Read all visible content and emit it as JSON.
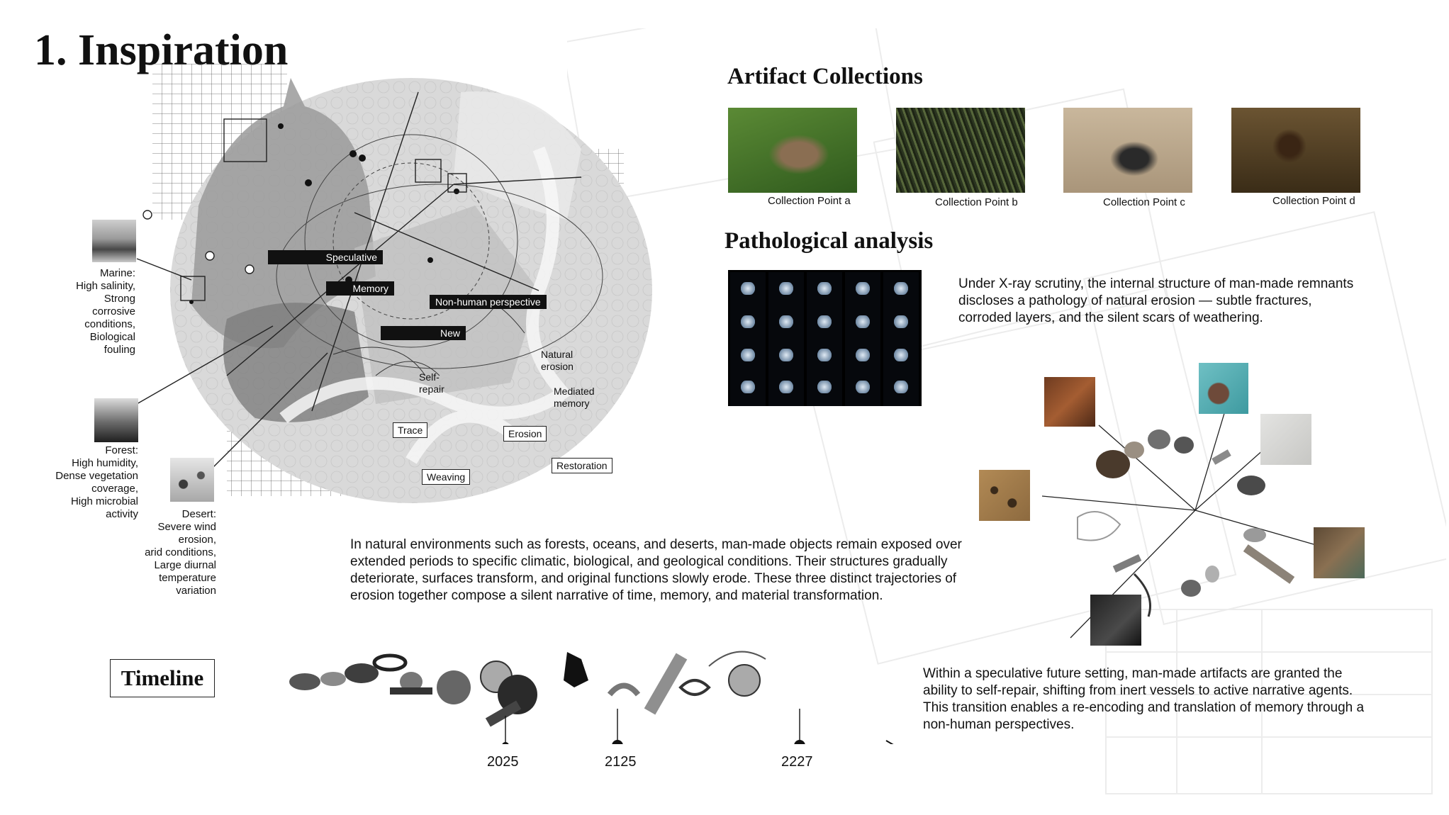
{
  "title": "1. Inspiration",
  "artifact_section": {
    "heading": "Artifact Collections",
    "items": [
      {
        "label": "Collection Point a",
        "color": "#3f6b2a"
      },
      {
        "label": "Collection Point b",
        "color": "#3d4a2c"
      },
      {
        "label": "Collection Point c",
        "color": "#b9a58a"
      },
      {
        "label": "Collection Point d",
        "color": "#4b3a22"
      }
    ]
  },
  "pathology": {
    "heading": "Pathological analysis",
    "text": "Under X-ray scrutiny, the internal structure of man-made remnants discloses a pathology of natural erosion — subtle fractures, corroded layers, and the silent scars of weathering."
  },
  "map": {
    "dark_tags": [
      "Speculative",
      "Memory",
      "Non-human perspective",
      "New"
    ],
    "box_tags": [
      "Trace",
      "Erosion",
      "Weaving",
      "Restoration"
    ],
    "plain_labels": [
      {
        "text": "Natural\nerosion"
      },
      {
        "text": "Self-\nrepair"
      },
      {
        "text": "Mediated\nmemory"
      }
    ]
  },
  "environments": [
    {
      "name": "marine-note",
      "text": "Marine:\nHigh salinity,\nStrong\ncorrosive\nconditions,\nBiological\nfouling"
    },
    {
      "name": "forest-note",
      "text": "Forest:\nHigh humidity,\nDense vegetation\ncoverage,\nHigh microbial\nactivity"
    },
    {
      "name": "desert-note",
      "text": "Desert:\nSevere wind\nerosion,\narid conditions,\nLarge diurnal\ntemperature\nvariation"
    }
  ],
  "main_text": "In natural environments such as forests, oceans, and deserts, man-made objects remain exposed over extended periods to specific climatic, biological, and geological conditions. Their structures gradually deteriorate, surfaces transform, and original functions slowly erode. These three distinct trajectories of erosion together compose a silent narrative of time, memory, and material transformation.",
  "future_text": "Within a speculative future setting, man-made artifacts are granted the ability to self-repair, shifting from inert vessels to active narrative agents. This transition enables a re-encoding and translation of memory through a non-human perspectives.",
  "timeline": {
    "label": "Timeline",
    "years": [
      "2025",
      "2125",
      "2227"
    ]
  },
  "colors": {
    "ink": "#111111",
    "ghost": "#e2e2e2"
  }
}
